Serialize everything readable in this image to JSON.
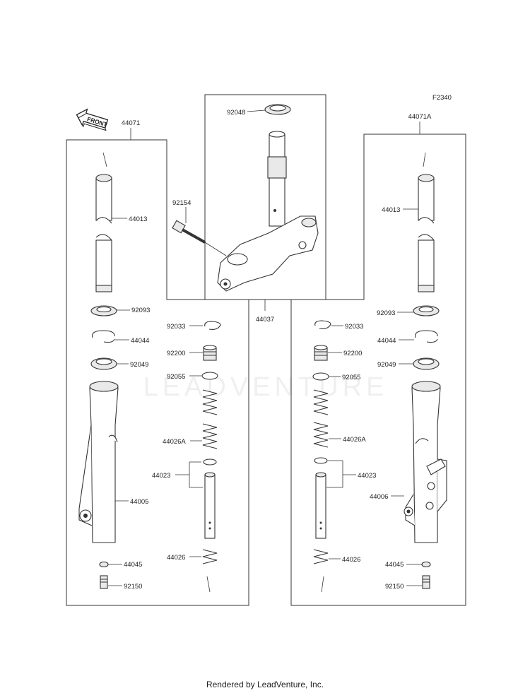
{
  "figure_code": "F2340",
  "front_badge": "FRONT",
  "footer": "Rendered by LeadVenture, Inc.",
  "watermark": "LEADVENTURE",
  "labels": {
    "p44071": "44071",
    "p44071A": "44071A",
    "p92048": "92048",
    "p92154": "92154",
    "p44037": "44037",
    "p44013_l": "44013",
    "p44013_r": "44013",
    "p92093_l": "92093",
    "p92093_r": "92093",
    "p44044_l": "44044",
    "p44044_r": "44044",
    "p92049_l": "92049",
    "p92049_r": "92049",
    "p92033_l": "92033",
    "p92033_r": "92033",
    "p92200_l": "92200",
    "p92200_r": "92200",
    "p92055_l": "92055",
    "p92055_r": "92055",
    "p44026A_l": "44026A",
    "p44026A_r": "44026A",
    "p44023_l": "44023",
    "p44023_r": "44023",
    "p44005": "44005",
    "p44006": "44006",
    "p44026_l": "44026",
    "p44026_r": "44026",
    "p44045_l": "44045",
    "p44045_r": "44045",
    "p92150_l": "92150",
    "p92150_r": "92150"
  }
}
